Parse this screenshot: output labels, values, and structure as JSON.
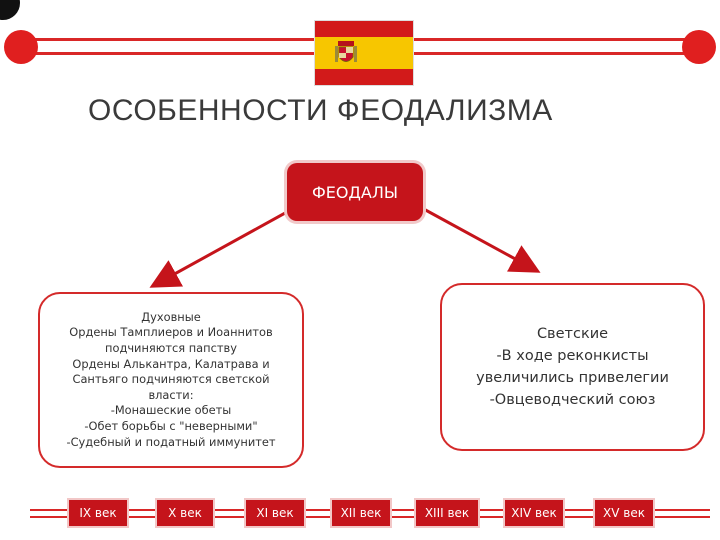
{
  "slide": {
    "title": "ОСОБЕННОСТИ ФЕОДАЛИЗМА",
    "center_box": "ФЕОДАЛЫ",
    "left_panel": "Духовные\nОрдены Тамплиеров и Иоаннитов\nподчиняются папству\nОрдены Алькантра, Калатрава и\nСантьяго подчиняются светской\nвласти:\n-Монашеские обеты\n-Обет борьбы с \"неверными\"\n-Судебный и податный иммунитет",
    "right_panel": "Светские\n-В ходе реконкисты\nувеличились привелегии\n-Овцеводческий союз",
    "timeline": [
      "IX век",
      "X век",
      "XI век",
      "XII век",
      "XIII век",
      "XIV век",
      "XV век"
    ]
  },
  "colors": {
    "accent": "#c5141b",
    "rail": "#d92727",
    "flag_red": "#d21a1a",
    "flag_yellow": "#f7c600"
  },
  "icons": [
    "spain-flag",
    "coat-of-arms-icon"
  ]
}
